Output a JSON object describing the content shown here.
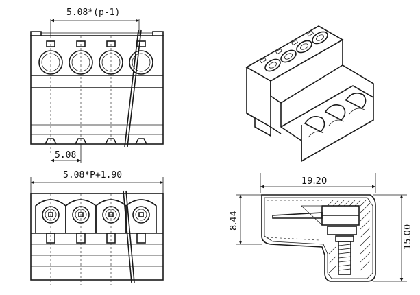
{
  "dimensions": {
    "pitch_formula": "5.08*(p-1)",
    "pitch": "5.08",
    "total_width_formula": "5.08*P+1.90",
    "side_length": "19.20",
    "side_height_left": "8.44",
    "side_height_right": "15.00"
  },
  "colors": {
    "line": "#1a1a1a",
    "background": "#ffffff"
  }
}
